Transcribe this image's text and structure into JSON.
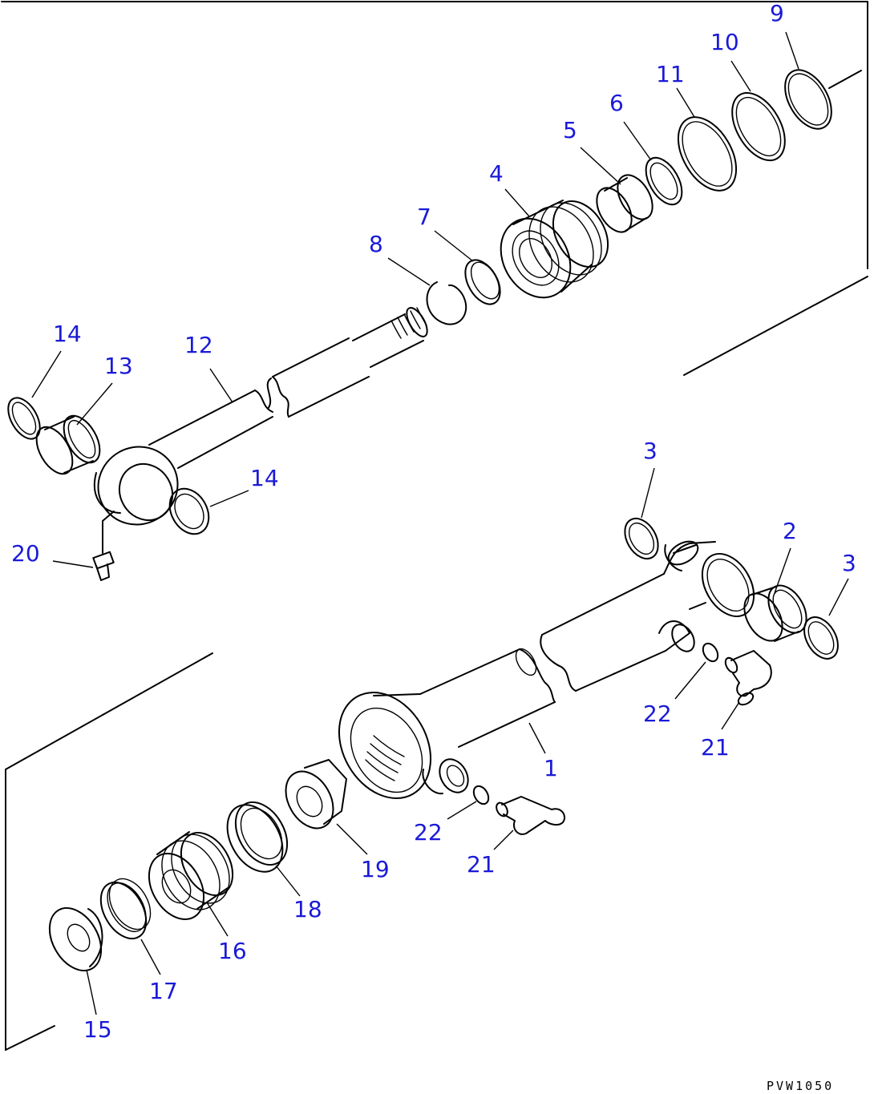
{
  "diagram": {
    "drawing_code": "PVW1050",
    "callout_color": "#1a1ad8",
    "callouts": [
      {
        "id": "c9",
        "label": "9"
      },
      {
        "id": "c10",
        "label": "10"
      },
      {
        "id": "c11",
        "label": "11"
      },
      {
        "id": "c6",
        "label": "6"
      },
      {
        "id": "c5",
        "label": "5"
      },
      {
        "id": "c4",
        "label": "4"
      },
      {
        "id": "c7",
        "label": "7"
      },
      {
        "id": "c8",
        "label": "8"
      },
      {
        "id": "c14a",
        "label": "14"
      },
      {
        "id": "c13",
        "label": "13"
      },
      {
        "id": "c12",
        "label": "12"
      },
      {
        "id": "c14b",
        "label": "14"
      },
      {
        "id": "c20",
        "label": "20"
      },
      {
        "id": "c3a",
        "label": "3"
      },
      {
        "id": "c2",
        "label": "2"
      },
      {
        "id": "c3b",
        "label": "3"
      },
      {
        "id": "c22a",
        "label": "22"
      },
      {
        "id": "c21a",
        "label": "21"
      },
      {
        "id": "c1",
        "label": "1"
      },
      {
        "id": "c22b",
        "label": "22"
      },
      {
        "id": "c21b",
        "label": "21"
      },
      {
        "id": "c19",
        "label": "19"
      },
      {
        "id": "c18",
        "label": "18"
      },
      {
        "id": "c16",
        "label": "16"
      },
      {
        "id": "c17",
        "label": "17"
      },
      {
        "id": "c15",
        "label": "15"
      }
    ]
  }
}
